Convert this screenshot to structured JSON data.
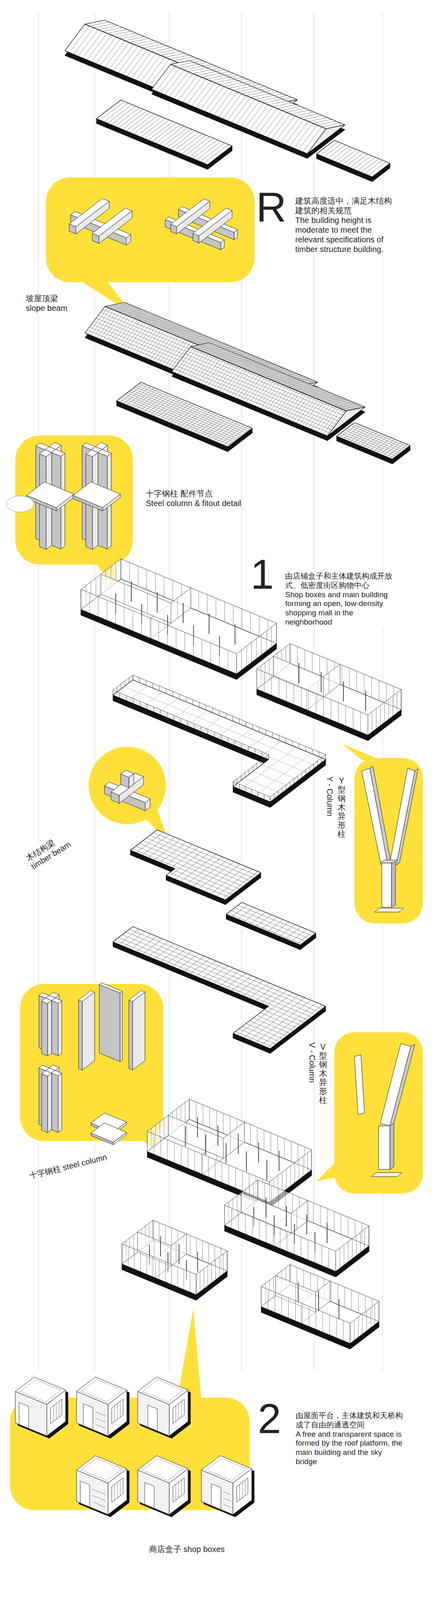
{
  "diagram": {
    "labels": [
      "R",
      "建筑高度适中，满足木结构建筑的相关规范",
      "The building height is moderate to meet the relevant specifications of timber structure building.",
      "坡屋顶梁",
      "slope beam",
      "十字钢柱 配件节点",
      "Steel column & fitout detail",
      "1",
      "由店铺盒子和主体建筑构成开放式、低密度街区购物中心",
      "Shop boxes and main building forming an open, low-density shopping mall in the neighborhood",
      "Y 型钢木异形柱",
      "Y - Column",
      "木结构梁",
      "timber beam",
      "V 型钢木异形柱",
      "V - Column",
      "十字钢柱 steel column",
      "2",
      "由屋面平台，主体建筑和天桥构成了自由的通透空间",
      "A free and transparent space is formed by the roof platform, the main building and the sky bridge",
      "商店盒子 shop boxes"
    ]
  }
}
